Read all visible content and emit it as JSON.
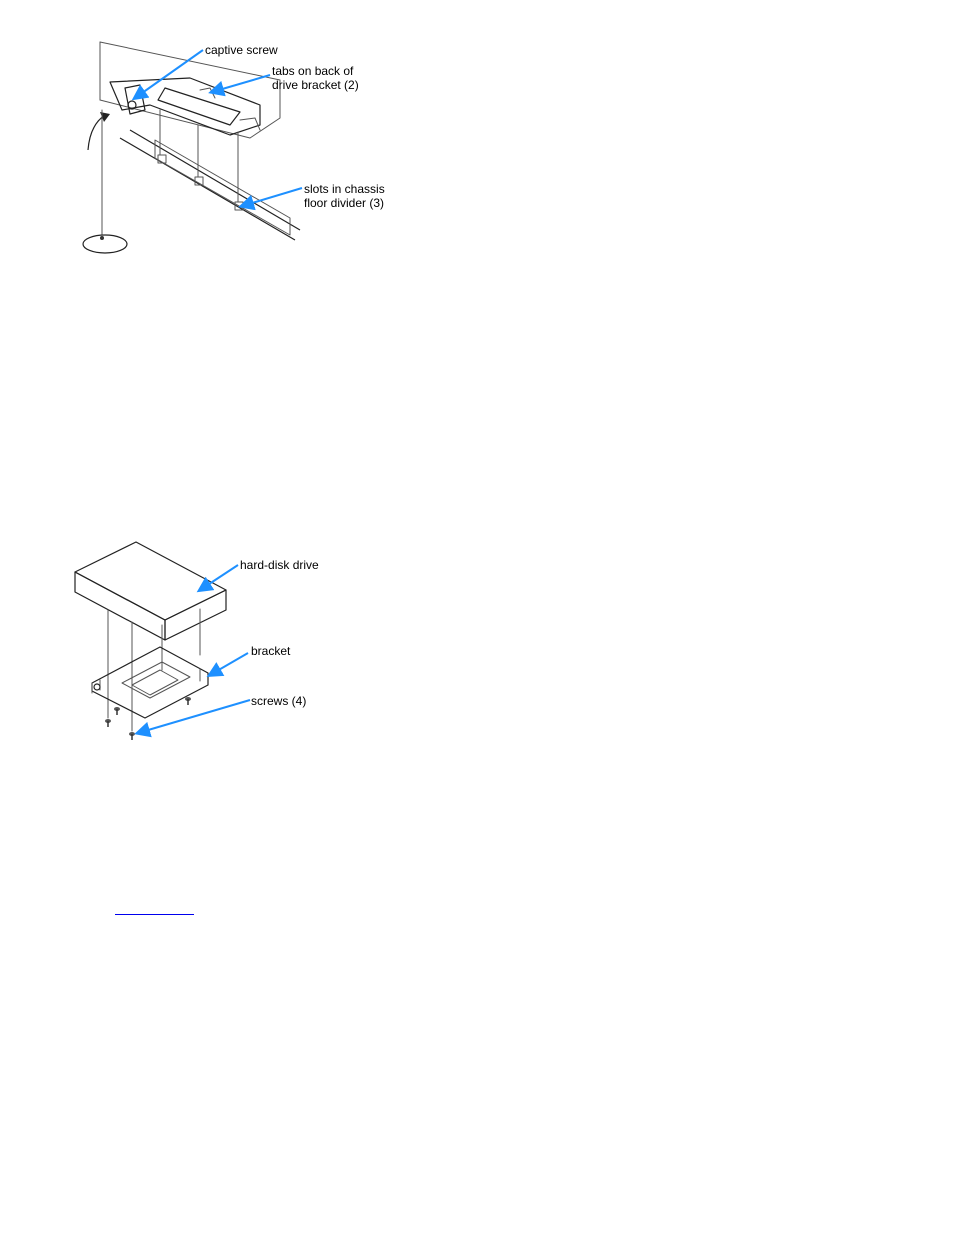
{
  "figure_1": {
    "callouts": {
      "captive_screw": "captive screw",
      "tabs_line1": "tabs on back of",
      "tabs_line2": "drive bracket (2)",
      "slots_line1": "slots in chassis",
      "slots_line2": "floor divider (3)"
    }
  },
  "figure_2": {
    "callouts": {
      "hard_disk_drive": "hard-disk drive",
      "bracket": "bracket",
      "screws": "screws (4)"
    }
  },
  "colors": {
    "callout_leader": "#1e90ff",
    "link_underline": "#0000ee",
    "background": "#ffffff"
  }
}
